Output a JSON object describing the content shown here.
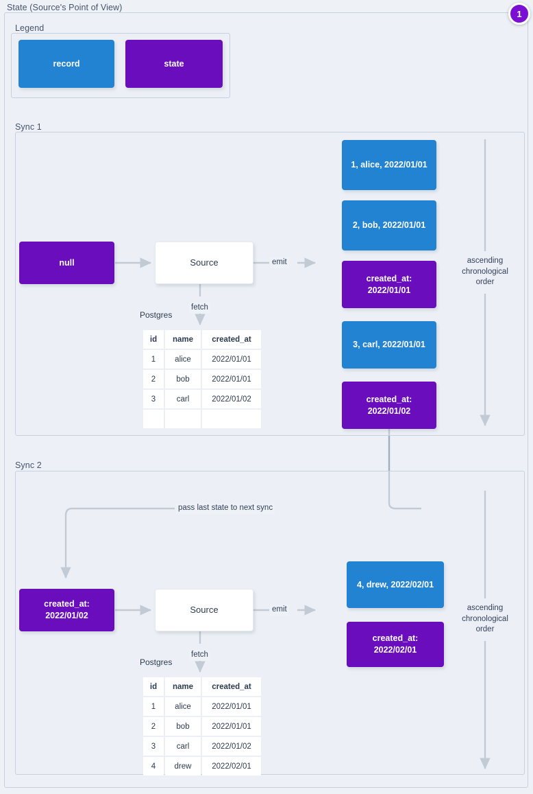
{
  "diagram": {
    "title": "State (Source's Point of View)",
    "badge": "1",
    "legend": {
      "title": "Legend",
      "items": [
        {
          "label": "record",
          "kind": "record",
          "color": "#2283d2"
        },
        {
          "label": "state",
          "kind": "state",
          "color": "#6a0dbd"
        }
      ]
    },
    "sync1": {
      "title": "Sync 1",
      "input_state": "null",
      "source_label": "Source",
      "fetch_label": "fetch",
      "emit_label": "emit",
      "db_caption": "Postgres",
      "order_label": "ascending\nchronological\norder",
      "order_label_lines": [
        "ascending",
        "chronological",
        "order"
      ],
      "table": {
        "columns": [
          "id",
          "name",
          "created_at"
        ],
        "rows": [
          [
            "1",
            "alice",
            "2022/01/01"
          ],
          [
            "2",
            "bob",
            "2022/01/01"
          ],
          [
            "3",
            "carl",
            "2022/01/02"
          ],
          [
            "",
            "",
            ""
          ]
        ]
      },
      "emitted": [
        {
          "kind": "record",
          "lines": [
            "1, alice, 2022/01/01"
          ]
        },
        {
          "kind": "record",
          "lines": [
            "2, bob, 2022/01/01"
          ]
        },
        {
          "kind": "state",
          "lines": [
            "created_at:",
            "2022/01/01"
          ]
        },
        {
          "kind": "record",
          "lines": [
            "3, carl, 2022/01/01"
          ]
        },
        {
          "kind": "state",
          "lines": [
            "created_at:",
            "2022/01/02"
          ]
        }
      ]
    },
    "pass_state_label": "pass last state to next sync",
    "sync2": {
      "title": "Sync 2",
      "input_state_lines": [
        "created_at:",
        "2022/01/02"
      ],
      "source_label": "Source",
      "fetch_label": "fetch",
      "emit_label": "emit",
      "db_caption": "Postgres",
      "order_label_lines": [
        "ascending",
        "chronological",
        "order"
      ],
      "table": {
        "columns": [
          "id",
          "name",
          "created_at"
        ],
        "rows": [
          [
            "1",
            "alice",
            "2022/01/01"
          ],
          [
            "2",
            "bob",
            "2022/01/01"
          ],
          [
            "3",
            "carl",
            "2022/01/02"
          ],
          [
            "4",
            "drew",
            "2022/02/01"
          ]
        ]
      },
      "emitted": [
        {
          "kind": "record",
          "lines": [
            "4, drew, 2022/02/01"
          ]
        },
        {
          "kind": "state",
          "lines": [
            "created_at:",
            "2022/02/01"
          ]
        }
      ]
    },
    "colors": {
      "background": "#eef1f6",
      "record": "#2283d2",
      "state": "#6a0dbd",
      "edge": "#64788a",
      "frame_border": "#c6d0de",
      "text": "#2d3b4e"
    }
  }
}
